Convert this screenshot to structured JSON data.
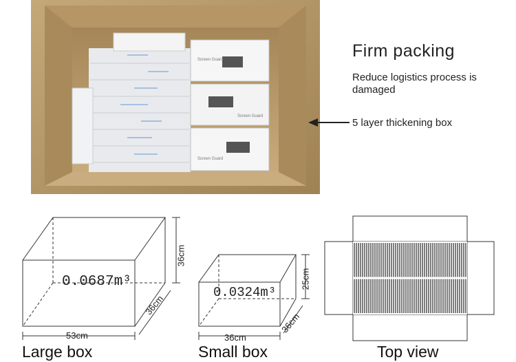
{
  "headline": "Firm packing",
  "subline": "Reduce logistics process is damaged",
  "box_label": "5 layer thickening box",
  "product_label": "Screen Guard",
  "large_box": {
    "caption": "Large box",
    "volume": "0.0687m³",
    "width": "53cm",
    "height": "36cm",
    "depth": "36cm"
  },
  "small_box": {
    "caption": "Small box",
    "volume": "0.0324m³",
    "width": "36cm",
    "height": "25cm",
    "depth": "36cm"
  },
  "top_view": {
    "caption": "Top view"
  },
  "colors": {
    "cardboard": "#b79a6c",
    "cardboard_dark": "#8e7246",
    "text": "#222222"
  },
  "icons": [
    "left-arrow-icon"
  ]
}
